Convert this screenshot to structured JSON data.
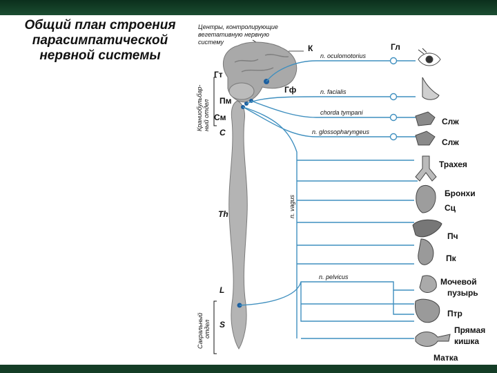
{
  "slide": {
    "title_lines": [
      "Общий план строения",
      "парасимпатической",
      "нервной системы"
    ]
  },
  "diagram": {
    "header_note_lines": [
      "Центры, контролирующие",
      "вегетативную нервную",
      "систему"
    ],
    "side_label_cranial_lines": [
      "Краниобульбар-",
      "ный отдел"
    ],
    "side_label_sacral_lines": [
      "Сакральный",
      "отдел"
    ],
    "cns_labels": {
      "k": "К",
      "gt": "Гт",
      "gf": "Гф",
      "pm": "Пм",
      "sm": "См",
      "c": "C",
      "th": "Th",
      "l": "L",
      "s": "S"
    },
    "nerve_labels": {
      "oculomotorius": "n. oculomotorius",
      "facialis": "n. facialis",
      "chorda": "chorda tympani",
      "glosso": "n. glossopharyngeus",
      "vagus": "n. vagus",
      "pelvicus": "n. pelvicus"
    },
    "organ_labels": {
      "gl": "Гл",
      "slzh1": "Слж",
      "slzh2": "Слж",
      "trachea": "Трахея",
      "bronchi": "Бронхи",
      "sc": "Сц",
      "pch": "Пч",
      "pk": "Пк",
      "bladder_lines": [
        "Мочевой",
        "пузырь"
      ],
      "ptr": "Птр",
      "rectum_lines": [
        "Прямая",
        "кишка"
      ],
      "uterus": "Матка"
    },
    "colors": {
      "nerve": "#3f8fbf",
      "ink": "#111111",
      "brain": "#9a9a9a",
      "organ": "#555555"
    }
  }
}
